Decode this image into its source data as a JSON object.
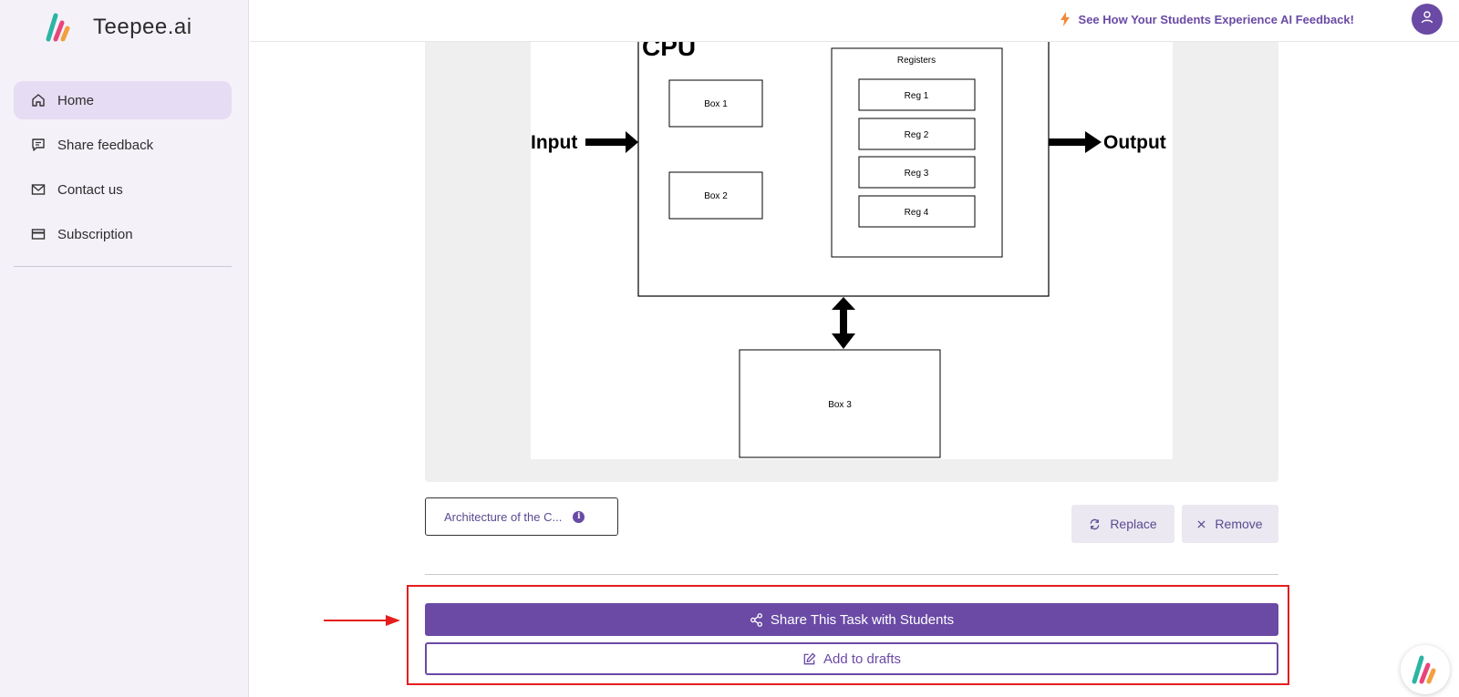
{
  "app": {
    "name_main": "Teepee",
    "name_suffix": ".ai"
  },
  "sidebar": {
    "items": [
      {
        "label": "Home",
        "icon": "home-icon",
        "active": true
      },
      {
        "label": "Share feedback",
        "icon": "message-icon",
        "active": false
      },
      {
        "label": "Contact us",
        "icon": "mail-icon",
        "active": false
      },
      {
        "label": "Subscription",
        "icon": "card-icon",
        "active": false
      }
    ]
  },
  "topbar": {
    "promo_text": "See How Your Students Experience AI Feedback!",
    "promo_icon": "bolt-icon",
    "avatar_icon": "user-icon"
  },
  "diagram": {
    "cpu_label": "CPU",
    "registers_label": "Registers",
    "input_label": "Input",
    "output_label": "Output",
    "box1": "Box 1",
    "box2": "Box 2",
    "box3": "Box 3",
    "regs": [
      "Reg 1",
      "Reg 2",
      "Reg 3",
      "Reg 4"
    ]
  },
  "image_actions": {
    "caption": "Architecture of the C...",
    "replace_label": "Replace",
    "remove_label": "Remove"
  },
  "actions": {
    "share_label": "Share This Task with Students",
    "drafts_label": "Add to drafts"
  },
  "colors": {
    "brand": "#6a4aa5",
    "sidebar_bg": "#f5f1f9",
    "highlight": "#e41e1e"
  }
}
